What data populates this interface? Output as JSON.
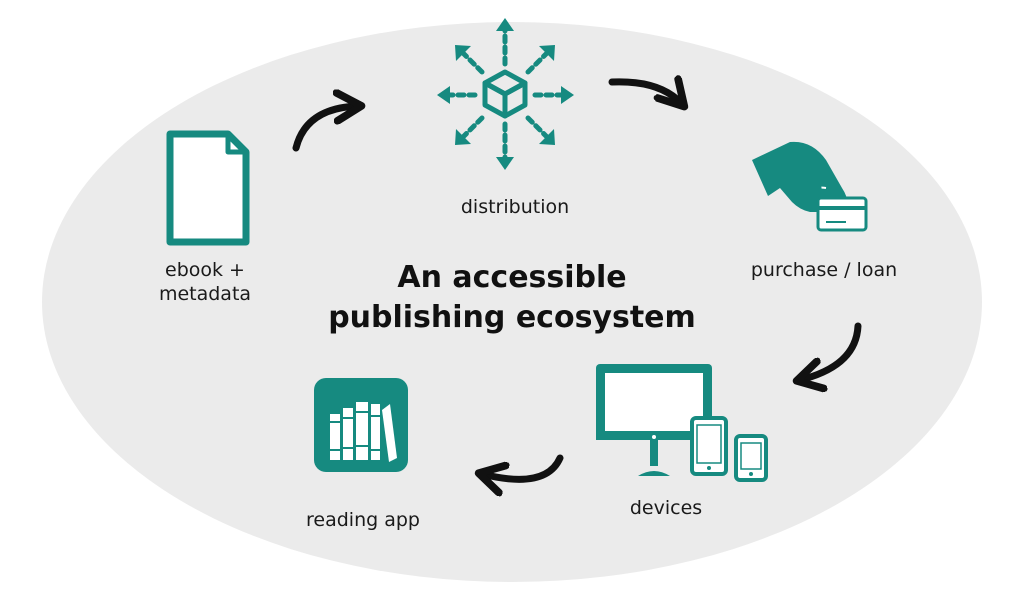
{
  "title": {
    "line1": "An accessible",
    "line2": "publishing ecosystem"
  },
  "nodes": {
    "ebook": {
      "line1": "ebook +",
      "line2": "metadata",
      "icon": "document-icon"
    },
    "distribution": {
      "label": "distribution",
      "icon": "package-distribution-icon"
    },
    "purchase": {
      "label": "purchase / loan",
      "icon": "hand-card-icon"
    },
    "devices": {
      "label": "devices",
      "icon": "devices-icon"
    },
    "reading_app": {
      "label": "reading app",
      "icon": "library-books-icon"
    }
  },
  "colors": {
    "accent": "#168a80",
    "background_ellipse": "#ebebeb",
    "arrow": "#111111",
    "text": "#1a1a1a"
  }
}
